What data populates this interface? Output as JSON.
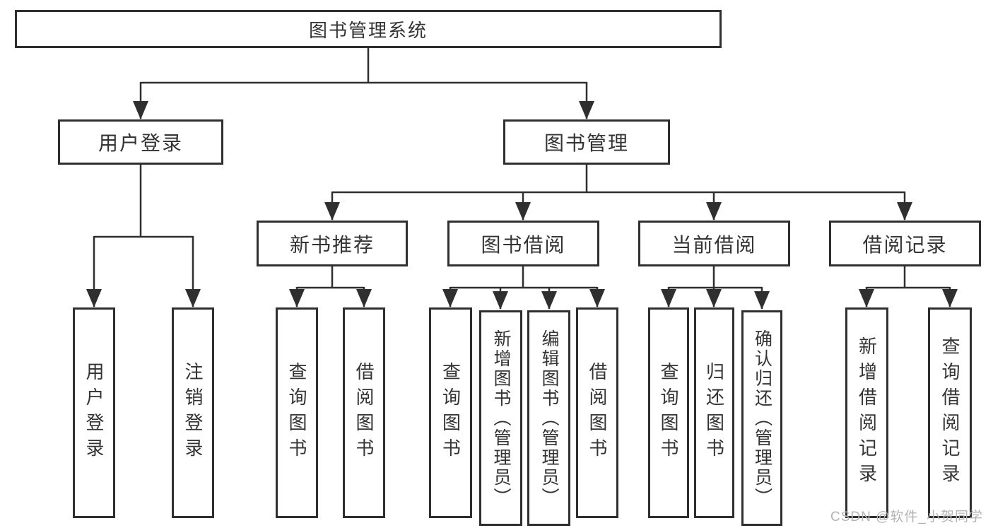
{
  "colors": {
    "line": "#2f2f2f",
    "text": "#333333",
    "background": "#ffffff",
    "watermark": "#b3b3b3"
  },
  "tree": {
    "root": {
      "label": "图书管理系统"
    },
    "branches": [
      {
        "label": "用户登录",
        "children": [
          {
            "label": "用户登录"
          },
          {
            "label": "注销登录"
          }
        ]
      },
      {
        "label": "图书管理",
        "sections": [
          {
            "label": "新书推荐",
            "children": [
              {
                "label": "查询图书"
              },
              {
                "label": "借阅图书"
              }
            ]
          },
          {
            "label": "图书借阅",
            "children": [
              {
                "label": "查询图书"
              },
              {
                "label": "新增图书（管理员）"
              },
              {
                "label": "编辑图书（管理员）"
              },
              {
                "label": "借阅图书"
              }
            ]
          },
          {
            "label": "当前借阅",
            "children": [
              {
                "label": "查询图书"
              },
              {
                "label": "归还图书"
              },
              {
                "label": "确认归还（管理员）"
              }
            ]
          },
          {
            "label": "借阅记录",
            "children": [
              {
                "label": "新增借阅记录"
              },
              {
                "label": "查询借阅记录"
              }
            ]
          }
        ]
      }
    ]
  },
  "watermark": {
    "text": "CSDN @软件_小贺同学"
  }
}
